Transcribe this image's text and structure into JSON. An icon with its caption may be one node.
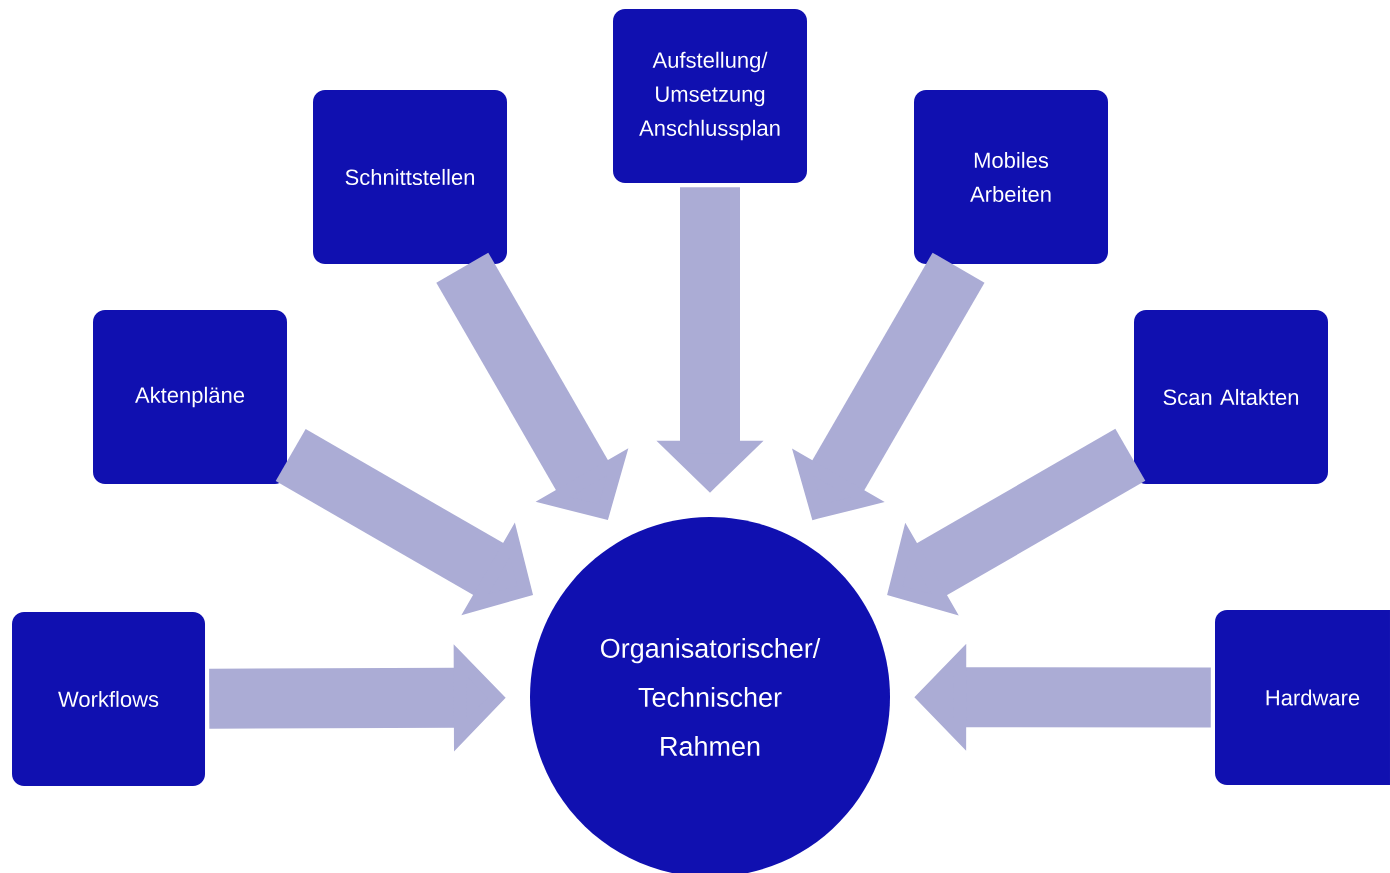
{
  "diagram": {
    "nodes": [
      {
        "text": [
          "Workflows"
        ]
      },
      {
        "text": [
          "Aktenpläne"
        ]
      },
      {
        "text": [
          "Schnittstellen"
        ]
      },
      {
        "text": [
          "Aufstellung/ Umsetzung Anschlussplan"
        ]
      },
      {
        "text": [
          "Mobiles Arbeiten"
        ]
      },
      {
        "text": [
          "Scan Altakten"
        ]
      },
      {
        "text": [
          "Hardware"
        ]
      },
      {
        "text": [
          "Organisatorischer/ Technischer Rahmen"
        ]
      }
    ],
    "edges": [
      {
        "from": 0,
        "to": 7,
        "arrow": "to"
      },
      {
        "from": 1,
        "to": 7,
        "arrow": "to"
      },
      {
        "from": 2,
        "to": 7,
        "arrow": "to"
      },
      {
        "from": 3,
        "to": 7,
        "arrow": "to"
      },
      {
        "from": 4,
        "to": 7,
        "arrow": "to"
      },
      {
        "from": 5,
        "to": 7,
        "arrow": "to"
      },
      {
        "from": 6,
        "to": 7,
        "arrow": "to"
      }
    ]
  }
}
